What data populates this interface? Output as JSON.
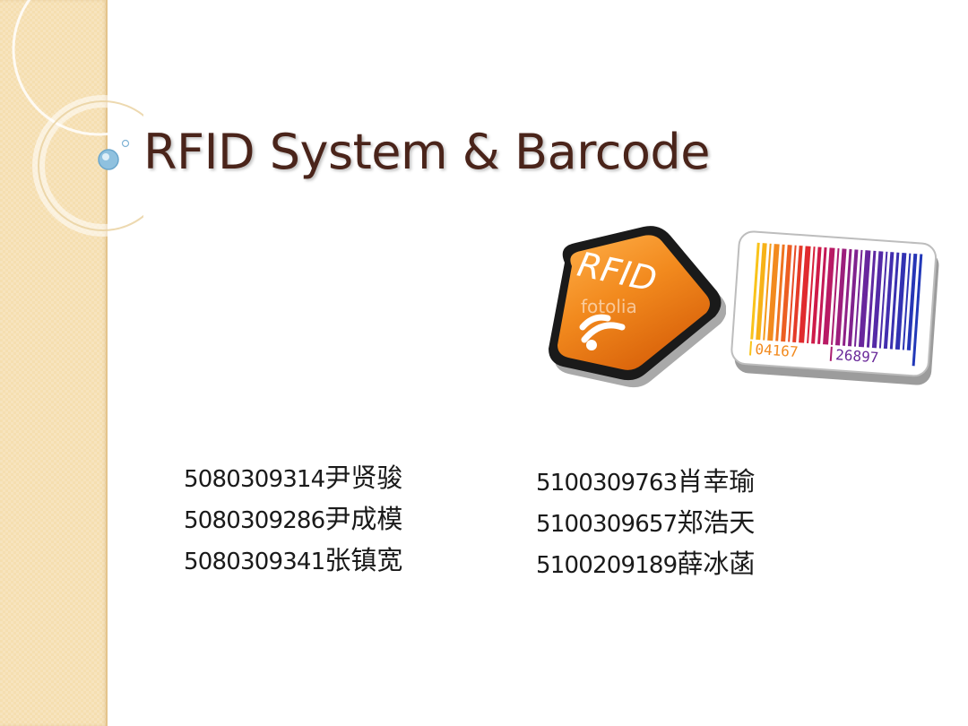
{
  "slide": {
    "title": "RFID System & Barcode"
  },
  "images": {
    "rfid_logo": {
      "label": "RFID",
      "watermark": "fotolia"
    },
    "barcode": {
      "digits_left": "04167",
      "digits_right": "26897"
    }
  },
  "members": {
    "left": [
      {
        "id": "5080309314",
        "name": "尹贤骏"
      },
      {
        "id": "5080309286",
        "name": "尹成模"
      },
      {
        "id": "5080309341",
        "name": "张镇宽"
      }
    ],
    "right": [
      {
        "id": "5100309763",
        "name": "肖幸瑜"
      },
      {
        "id": "5100309657",
        "name": "郑浩天"
      },
      {
        "id": "5100209189",
        "name": "薛冰菡"
      }
    ]
  },
  "colors": {
    "title": "#4a241a",
    "side_band": "#f5deb0",
    "rfid_orange": "#f28a1e",
    "text": "#1a1a1a"
  }
}
